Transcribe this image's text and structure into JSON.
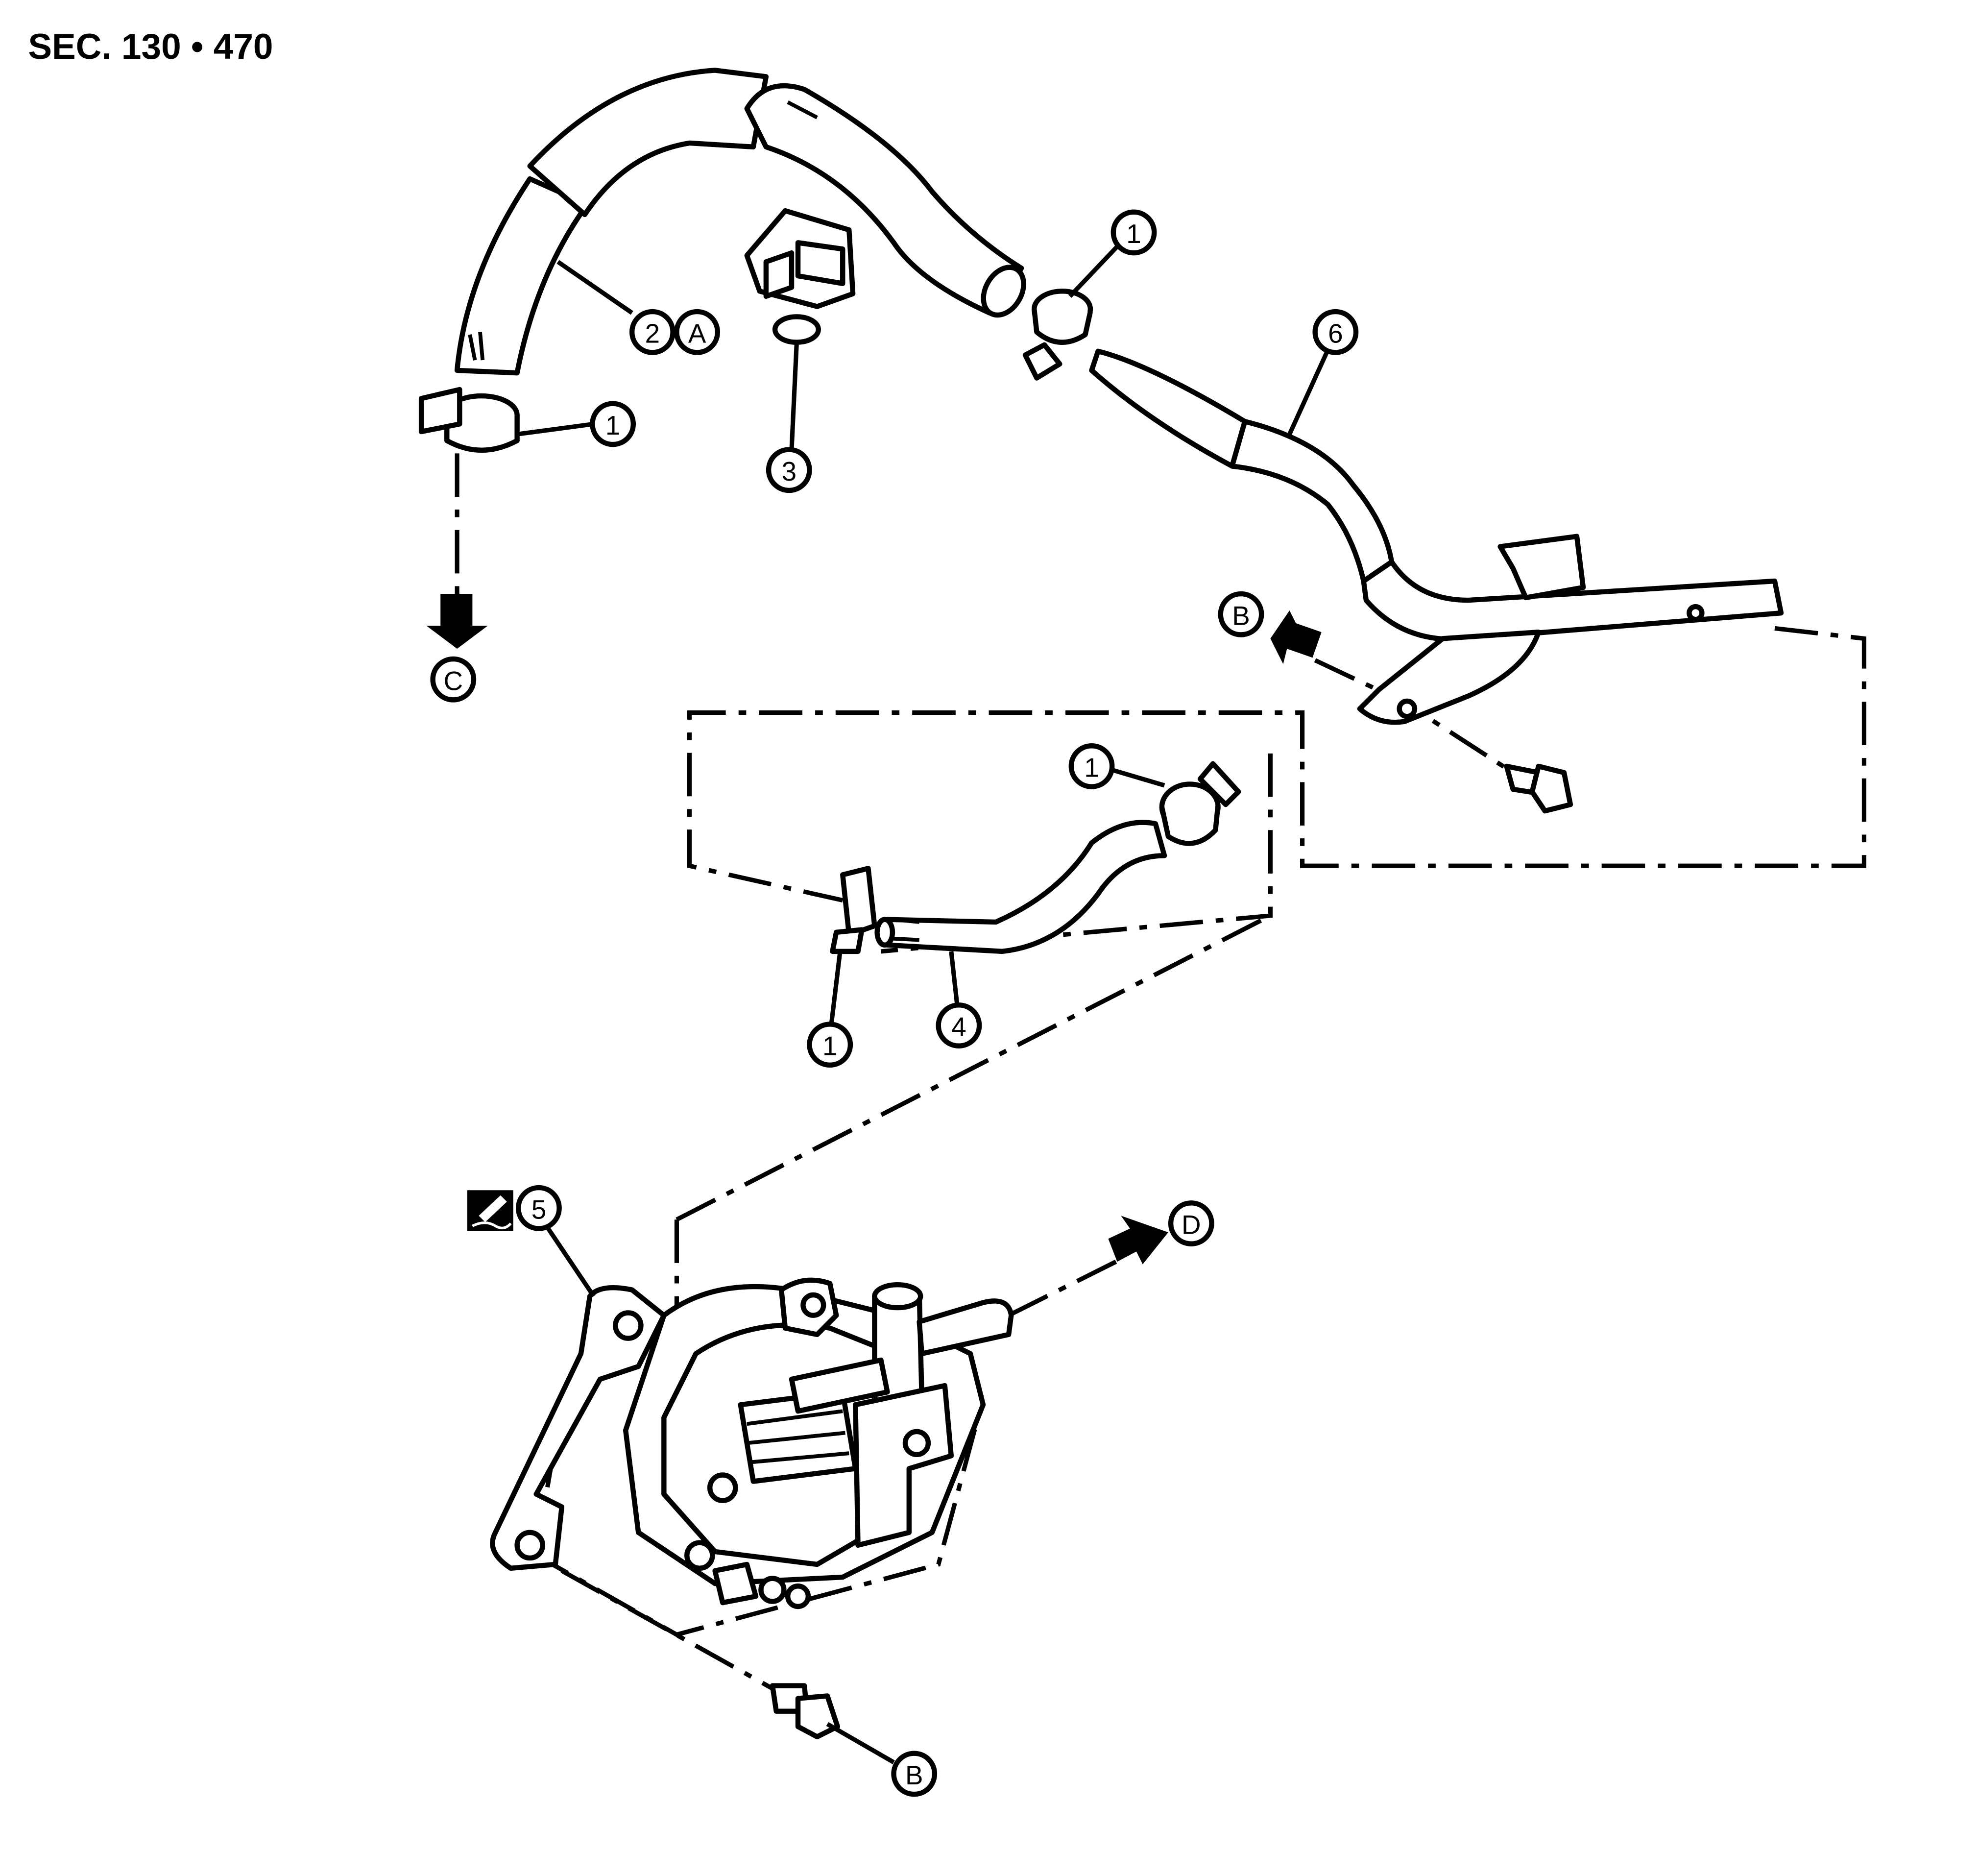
{
  "section_title": "SEC. 130 • 470",
  "callouts": {
    "clamp_upper_left": "1",
    "hose_2": "2",
    "ref_a": "A",
    "sensor_3": "3",
    "clamp_top_mid": "1",
    "tube_6": "6",
    "ref_b_top": "B",
    "ref_c": "C",
    "clamp_mid_right": "1",
    "clamp_mid_lower": "1",
    "hose_4": "4",
    "pump_5": "5",
    "ref_d": "D",
    "ref_b_bottom": "B"
  },
  "icons": {
    "sealant": "sealant-icon",
    "arrows": "direction-arrow-icon"
  }
}
